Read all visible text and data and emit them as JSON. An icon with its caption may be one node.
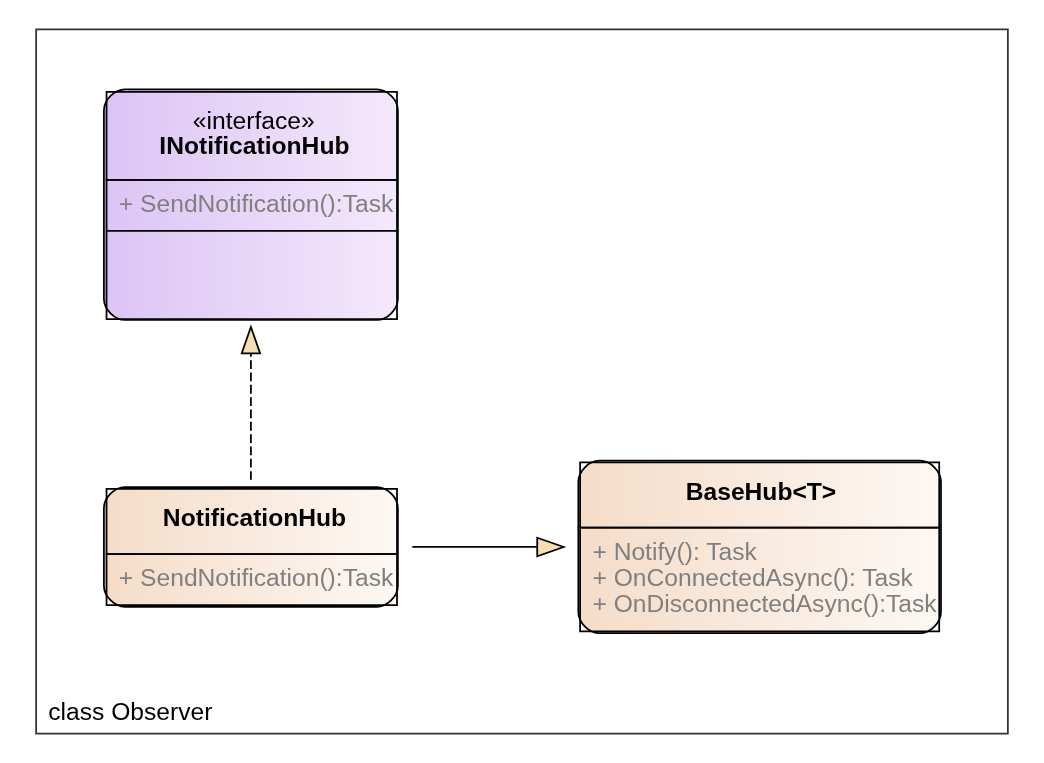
{
  "diagram": {
    "nodes": [
      {
        "text": [
          "class Observer"
        ]
      },
      {
        "text": [
          "«interface»",
          "INotificationHub",
          "+ SendNotification():Task"
        ],
        "in": 0
      },
      {
        "text": [
          "BaseHub<T>",
          "+ Notify(): Task",
          "+ OnConnectedAsync(): Task",
          "+ OnDisconnectedAsync():Task"
        ],
        "in": 0
      },
      {
        "text": [
          "NotificationHub",
          "+ SendNotification():Task"
        ],
        "in": 0
      }
    ],
    "edges": [
      {
        "from": 3,
        "to": 1,
        "arrow": "to",
        "style": "dashed"
      },
      {
        "from": 3,
        "to": 2,
        "arrow": "to"
      }
    ]
  }
}
